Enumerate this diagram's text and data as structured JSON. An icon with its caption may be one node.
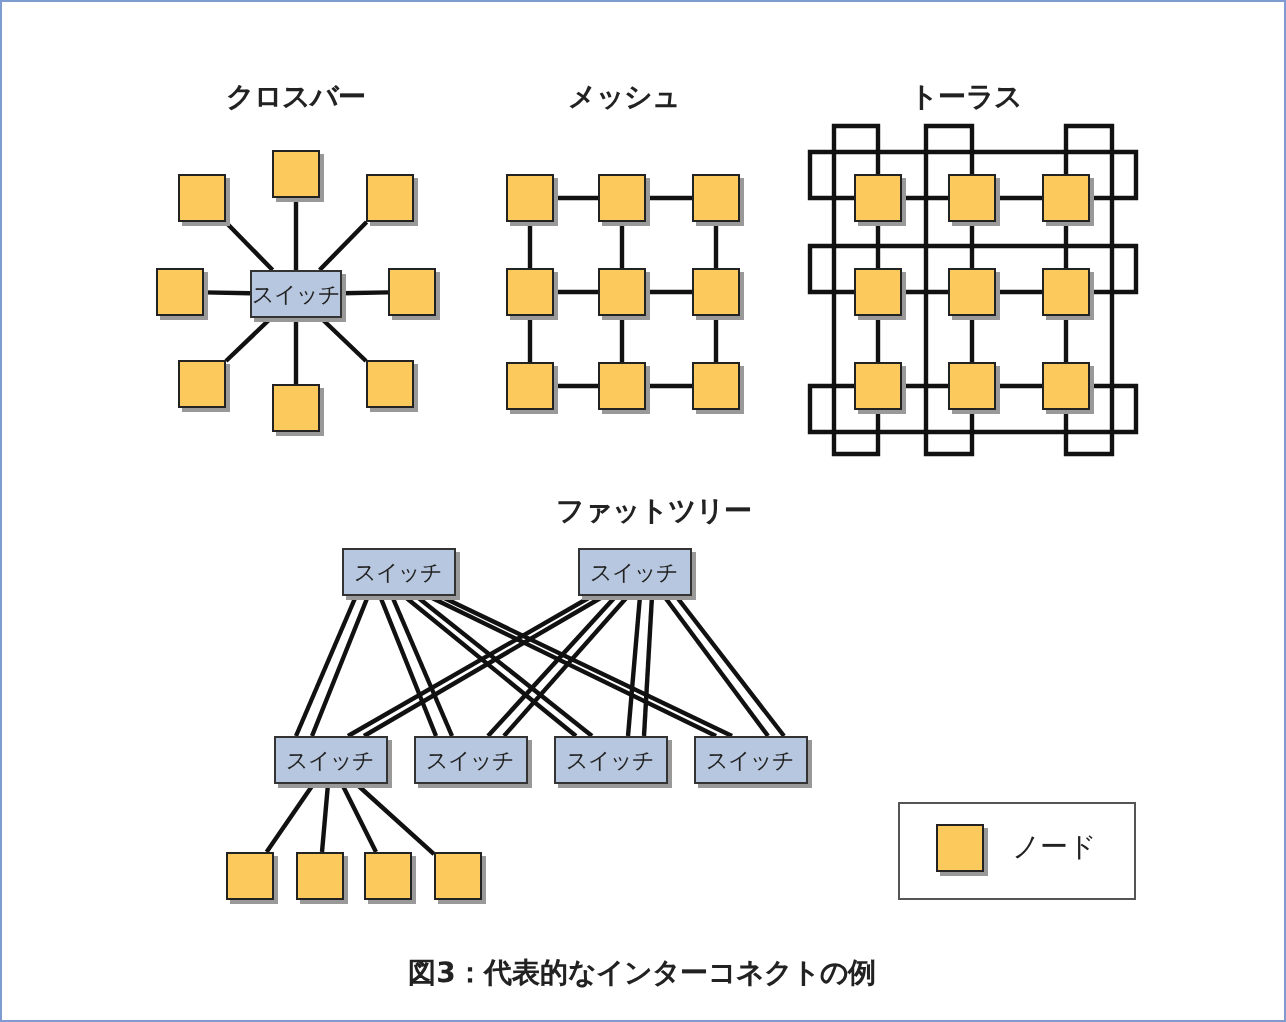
{
  "diagram": {
    "caption": "図3：代表的なインターコネクトの例",
    "nodes": [
      {
        "text": [
          "スイッチ"
        ]
      },
      {
        "text": [],
        "shape": "box"
      },
      {
        "text": [],
        "shape": "box"
      },
      {
        "text": [],
        "shape": "box"
      },
      {
        "text": [],
        "shape": "box"
      },
      {
        "text": [],
        "shape": "box"
      },
      {
        "text": [],
        "shape": "box"
      },
      {
        "text": [],
        "shape": "box"
      },
      {
        "text": [],
        "shape": "box"
      },
      {
        "text": [],
        "shape": "box"
      },
      {
        "text": [],
        "shape": "box"
      },
      {
        "text": [],
        "shape": "box"
      },
      {
        "text": [],
        "shape": "box"
      },
      {
        "text": [],
        "shape": "box"
      },
      {
        "text": [],
        "shape": "box"
      },
      {
        "text": [],
        "shape": "box"
      },
      {
        "text": [],
        "shape": "box"
      },
      {
        "text": [],
        "shape": "box"
      },
      {
        "text": [],
        "shape": "box"
      },
      {
        "text": [],
        "shape": "box"
      },
      {
        "text": [],
        "shape": "box"
      },
      {
        "text": [],
        "shape": "box"
      },
      {
        "text": [],
        "shape": "box"
      },
      {
        "text": [],
        "shape": "box"
      },
      {
        "text": [],
        "shape": "box"
      },
      {
        "text": [],
        "shape": "box"
      },
      {
        "text": [],
        "shape": "box"
      },
      {
        "text": [
          "スイッチ"
        ]
      },
      {
        "text": [
          "スイッチ"
        ]
      },
      {
        "text": [
          "スイッチ"
        ]
      },
      {
        "text": [
          "スイッチ"
        ]
      },
      {
        "text": [
          "スイッチ"
        ]
      },
      {
        "text": [
          "スイッチ"
        ]
      },
      {
        "text": [],
        "shape": "box"
      },
      {
        "text": [],
        "shape": "box"
      },
      {
        "text": [],
        "shape": "box"
      },
      {
        "text": [],
        "shape": "box"
      }
    ],
    "edges": [
      {
        "from": 0,
        "to": 1,
        "arrow": "none"
      },
      {
        "from": 0,
        "to": 2,
        "arrow": "none"
      },
      {
        "from": 0,
        "to": 3,
        "arrow": "none"
      },
      {
        "from": 0,
        "to": 4,
        "arrow": "none"
      },
      {
        "from": 0,
        "to": 5,
        "arrow": "none"
      },
      {
        "from": 0,
        "to": 6,
        "arrow": "none"
      },
      {
        "from": 0,
        "to": 7,
        "arrow": "none"
      },
      {
        "from": 0,
        "to": 8,
        "arrow": "none"
      },
      {
        "from": 9,
        "to": 10,
        "arrow": "none"
      },
      {
        "from": 10,
        "to": 11,
        "arrow": "none"
      },
      {
        "from": 12,
        "to": 13,
        "arrow": "none"
      },
      {
        "from": 13,
        "to": 14,
        "arrow": "none"
      },
      {
        "from": 15,
        "to": 16,
        "arrow": "none"
      },
      {
        "from": 16,
        "to": 17,
        "arrow": "none"
      },
      {
        "from": 9,
        "to": 12,
        "arrow": "none"
      },
      {
        "from": 12,
        "to": 15,
        "arrow": "none"
      },
      {
        "from": 10,
        "to": 13,
        "arrow": "none"
      },
      {
        "from": 13,
        "to": 16,
        "arrow": "none"
      },
      {
        "from": 11,
        "to": 14,
        "arrow": "none"
      },
      {
        "from": 14,
        "to": 17,
        "arrow": "none"
      },
      {
        "from": 18,
        "to": 19,
        "arrow": "none"
      },
      {
        "from": 19,
        "to": 20,
        "arrow": "none"
      },
      {
        "from": 21,
        "to": 22,
        "arrow": "none"
      },
      {
        "from": 22,
        "to": 23,
        "arrow": "none"
      },
      {
        "from": 24,
        "to": 25,
        "arrow": "none"
      },
      {
        "from": 25,
        "to": 26,
        "arrow": "none"
      },
      {
        "from": 18,
        "to": 21,
        "arrow": "none"
      },
      {
        "from": 21,
        "to": 24,
        "arrow": "none"
      },
      {
        "from": 19,
        "to": 22,
        "arrow": "none"
      },
      {
        "from": 22,
        "to": 25,
        "arrow": "none"
      },
      {
        "from": 20,
        "to": 23,
        "arrow": "none"
      },
      {
        "from": 23,
        "to": 26,
        "arrow": "none"
      },
      {
        "from": 18,
        "to": 20,
        "arrow": "none"
      },
      {
        "from": 21,
        "to": 23,
        "arrow": "none"
      },
      {
        "from": 24,
        "to": 26,
        "arrow": "none"
      },
      {
        "from": 18,
        "to": 24,
        "arrow": "none"
      },
      {
        "from": 19,
        "to": 25,
        "arrow": "none"
      },
      {
        "from": 20,
        "to": 26,
        "arrow": "none"
      },
      {
        "from": 27,
        "to": 29,
        "arrow": "none"
      },
      {
        "from": 27,
        "to": 29,
        "arrow": "none"
      },
      {
        "from": 27,
        "to": 30,
        "arrow": "none"
      },
      {
        "from": 27,
        "to": 30,
        "arrow": "none"
      },
      {
        "from": 27,
        "to": 31,
        "arrow": "none"
      },
      {
        "from": 27,
        "to": 31,
        "arrow": "none"
      },
      {
        "from": 27,
        "to": 32,
        "arrow": "none"
      },
      {
        "from": 27,
        "to": 32,
        "arrow": "none"
      },
      {
        "from": 28,
        "to": 29,
        "arrow": "none"
      },
      {
        "from": 28,
        "to": 29,
        "arrow": "none"
      },
      {
        "from": 28,
        "to": 30,
        "arrow": "none"
      },
      {
        "from": 28,
        "to": 30,
        "arrow": "none"
      },
      {
        "from": 28,
        "to": 31,
        "arrow": "none"
      },
      {
        "from": 28,
        "to": 31,
        "arrow": "none"
      },
      {
        "from": 28,
        "to": 32,
        "arrow": "none"
      },
      {
        "from": 28,
        "to": 32,
        "arrow": "none"
      },
      {
        "from": 29,
        "to": 33,
        "arrow": "none"
      },
      {
        "from": 29,
        "to": 34,
        "arrow": "none"
      },
      {
        "from": 29,
        "to": 35,
        "arrow": "none"
      },
      {
        "from": 29,
        "to": 36,
        "arrow": "none"
      }
    ],
    "labels": [
      "クロスバー",
      "メッシュ",
      "トーラス",
      "ファットツリー"
    ],
    "legend": [
      {
        "text": "ノード",
        "color": "#fcca5c"
      }
    ]
  }
}
